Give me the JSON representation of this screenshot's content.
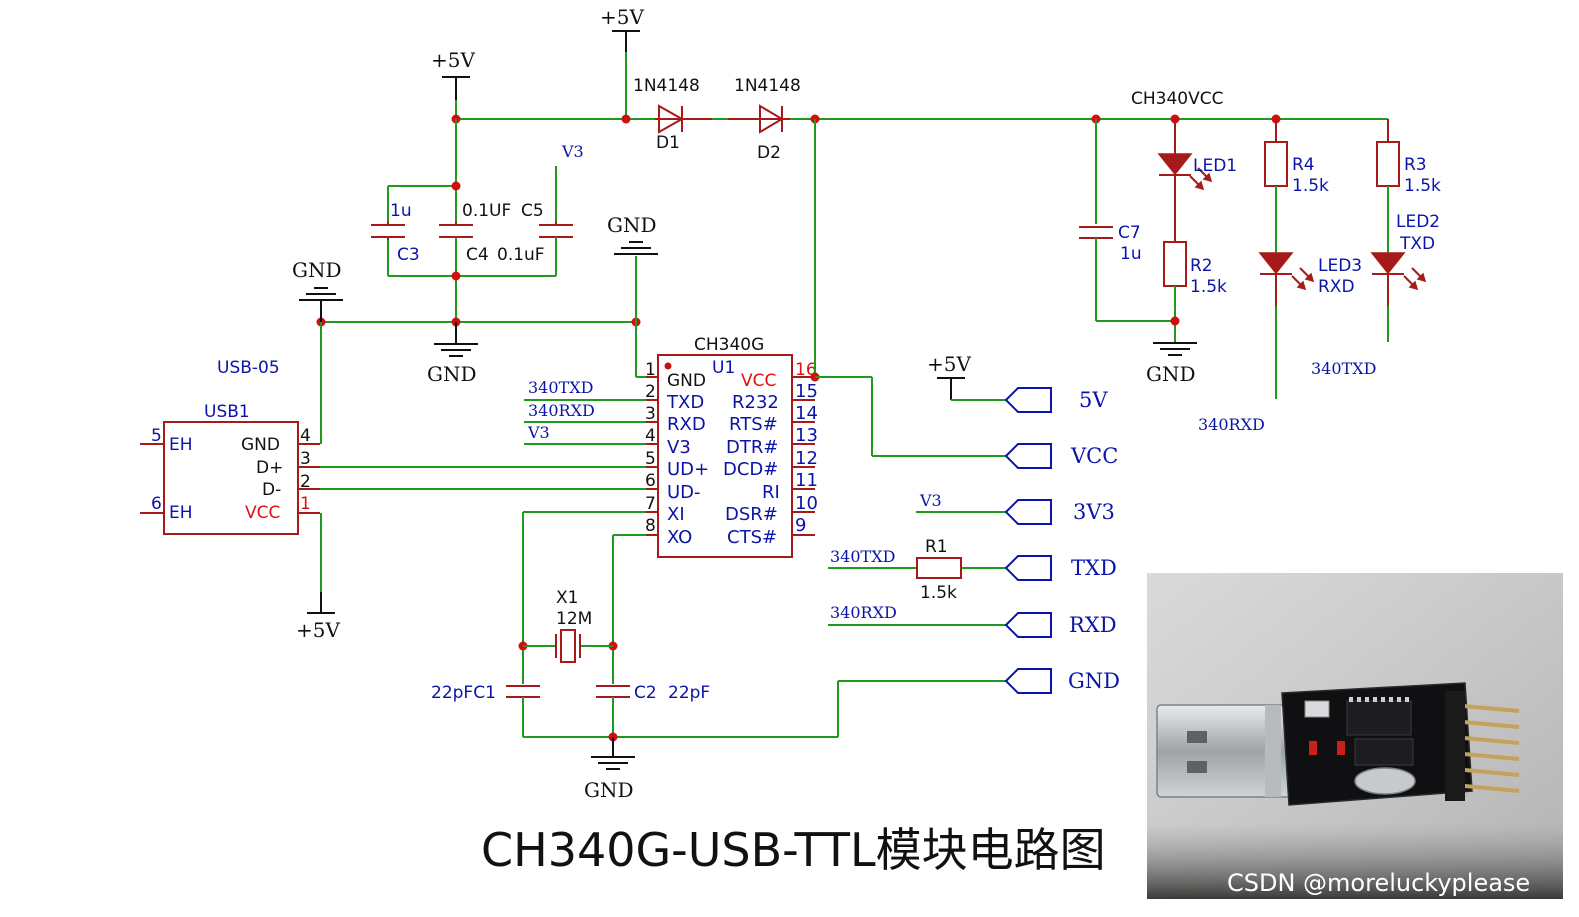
{
  "schematic": {
    "title": "CH340G-USB-TTL模块电路图",
    "watermark": "CSDN @moreluckyplease",
    "power": {
      "plus5v": "+5V",
      "gnd": "GND"
    },
    "components": {
      "d1_part": "1N4148",
      "d1_ref": "D1",
      "d2_part": "1N4148",
      "d2_ref": "D2",
      "ch340vcc": "CH340VCC",
      "c3_val": "1u",
      "c3_ref": "C3",
      "c4_val": "0.1UF",
      "c5_ref": "C5",
      "c4_ref": "C4",
      "c5_val": "0.1uF",
      "v3": "V3",
      "c7_ref": "C7",
      "c7_val": "1u",
      "led1_ref": "LED1",
      "r2_ref": "R2",
      "r2_val": "1.5k",
      "r4_ref": "R4",
      "r4_val": "1.5k",
      "led3_ref": "LED3",
      "led3_name": "RXD",
      "r3_ref": "R3",
      "r3_val": "1.5k",
      "led2_ref": "LED2",
      "led2_name": "TXD",
      "usb05": "USB-05",
      "usb1": "USB1",
      "usb_pins": [
        "EH",
        "GND",
        "D+",
        "D-",
        "EH",
        "VCC"
      ],
      "usb_pin_numbers": [
        "5",
        "4",
        "3",
        "2",
        "6",
        "1"
      ],
      "ch340g": "CH340G",
      "u1": "U1",
      "ic_left_names": [
        "GND",
        "TXD",
        "RXD",
        "V3",
        "UD+",
        "UD-",
        "XI",
        "XO"
      ],
      "ic_left_numbers": [
        "1",
        "2",
        "3",
        "4",
        "5",
        "6",
        "7",
        "8"
      ],
      "ic_right_names": [
        "VCC",
        "R232",
        "RTS#",
        "DTR#",
        "DCD#",
        "RI",
        "DSR#",
        "CTS#"
      ],
      "ic_right_numbers": [
        "16",
        "15",
        "14",
        "13",
        "12",
        "11",
        "10",
        "9"
      ],
      "net_340txd": "340TXD",
      "net_340rxd": "340RXD",
      "x1_ref": "X1",
      "x1_val": "12M",
      "c1_label": "22pFC1",
      "c2_ref": "C2",
      "c2_val": "22pF",
      "r1_ref": "R1",
      "r1_val": "1.5k"
    },
    "ports": [
      "5V",
      "VCC",
      "3V3",
      "TXD",
      "RXD",
      "GND"
    ]
  }
}
